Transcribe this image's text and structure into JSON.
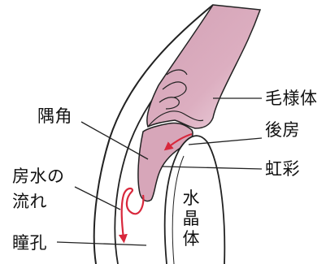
{
  "colors": {
    "tissue": "#d7a6b9",
    "tissue_light": "#ebd0dc",
    "outline": "#222222",
    "arrow": "#d8283c",
    "background": "#ffffff"
  },
  "labels": {
    "ciliary_body": "毛様体",
    "posterior_chamber": "後房",
    "angle": "隅角",
    "iris": "虹彩",
    "aqueous_flow_line1": "房水の",
    "aqueous_flow_line2": "流れ",
    "pupil": "瞳孔",
    "lens_char1": "水",
    "lens_char2": "晶",
    "lens_char3": "体"
  }
}
